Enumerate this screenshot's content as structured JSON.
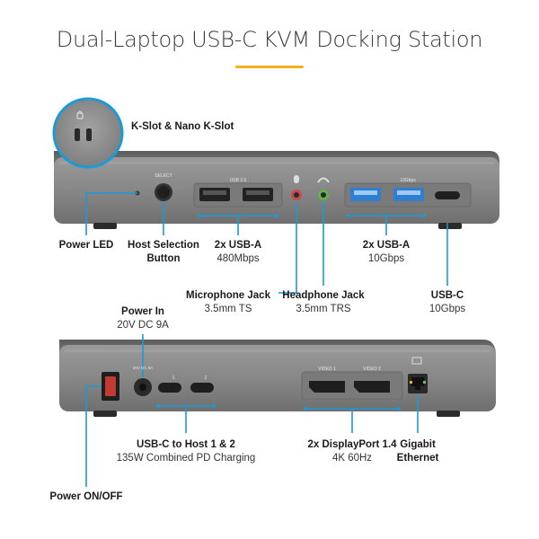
{
  "title": "Dual-Laptop USB-C KVM Docking Station",
  "colors": {
    "accent": "#f2b01e",
    "callout": "#1b9ad6",
    "body": "#8c8c8c",
    "usb3_port": "#2f7fd0"
  },
  "front": {
    "kslot": {
      "name": "K-Slot & Nano K-Slot"
    },
    "select_label": "SELECT",
    "usb2_header": "USB 2.0",
    "usb10_header": "10Gbps",
    "power_led": {
      "name": "Power LED"
    },
    "host_selection": {
      "line1": "Host Selection",
      "line2": "Button"
    },
    "usb_a_2": {
      "name": "2x USB-A",
      "spec": "480Mbps"
    },
    "usb_a_10": {
      "name": "2x USB-A",
      "spec": "10Gbps"
    },
    "microphone": {
      "name": "Microphone Jack",
      "spec": "3.5mm TS"
    },
    "headphone": {
      "name": "Headphone Jack",
      "spec": "3.5mm TRS"
    },
    "usb_c": {
      "name": "USB-C",
      "spec": "10Gbps"
    }
  },
  "rear": {
    "power_in": {
      "name": "Power In",
      "spec": "20V DC 9A"
    },
    "dc_label": "20V DC 9A",
    "host1": "1",
    "host2": "2",
    "video1": "VIDEO 1",
    "video2": "VIDEO 2",
    "usb_c_host": {
      "name": "USB-C to Host 1 & 2",
      "spec": "135W Combined PD Charging"
    },
    "displayport": {
      "name": "2x DisplayPort 1.4",
      "spec": "4K 60Hz"
    },
    "ethernet": {
      "line1": "Gigabit",
      "line2": "Ethernet"
    },
    "power_switch": {
      "name": "Power ON/OFF"
    }
  }
}
